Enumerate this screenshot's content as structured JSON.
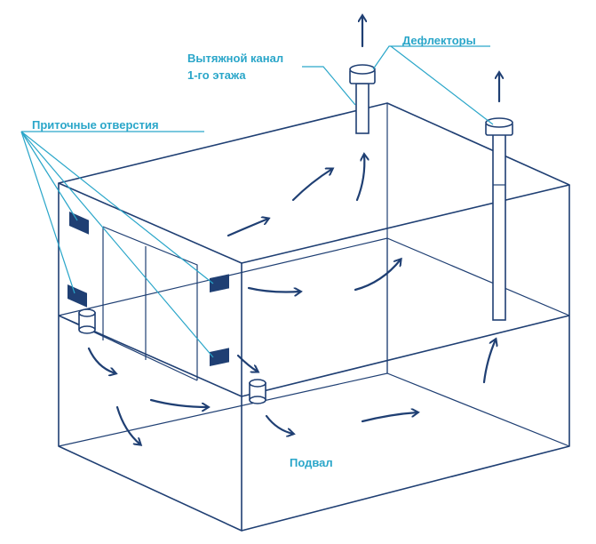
{
  "labels": {
    "exhaust_duct_line1": "Вытяжной канал",
    "exhaust_duct_line2": "1-го этажа",
    "deflectors": "Дефлекторы",
    "supply_openings": "Приточные отверстия",
    "basement": "Подвал"
  },
  "colors": {
    "lines": "#1f3f73",
    "labels": "#2aa6c9",
    "background": "#ffffff"
  }
}
